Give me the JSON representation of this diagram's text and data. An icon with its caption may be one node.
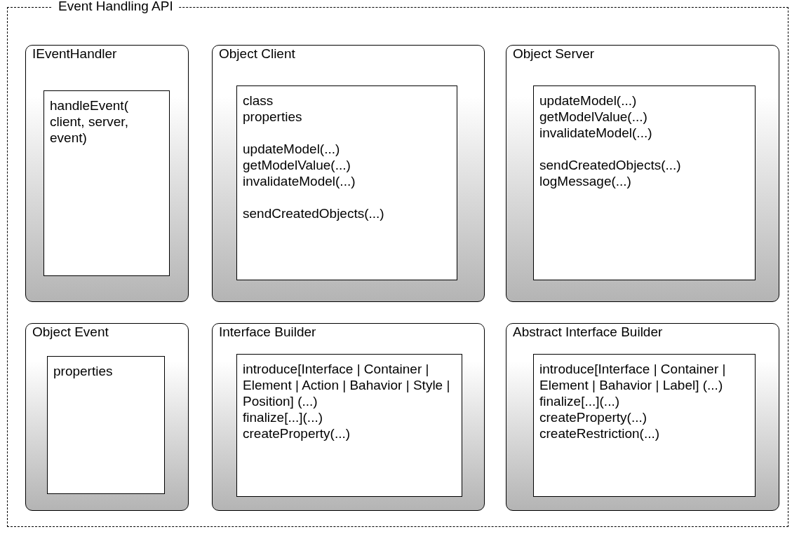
{
  "diagram": {
    "nodes": [
      {
        "text": [
          "Event Handling API"
        ]
      },
      {
        "text": [
          "IEventHandler"
        ],
        "in": 0
      },
      {
        "text": [
          "handleEvent( client, server, event)"
        ],
        "in": 1
      },
      {
        "text": [
          "Object Client"
        ],
        "in": 0
      },
      {
        "text": [
          "class",
          "properties",
          "updateModel(...)",
          "getModelValue(...)",
          "invalidateModel(...)",
          "sendCreatedObjects(...)"
        ],
        "in": 3
      },
      {
        "text": [
          "Object Server"
        ],
        "in": 0
      },
      {
        "text": [
          "updateModel(...)",
          "getModelValue(...)",
          "invalidateModel(...)",
          "sendCreatedObjects(...)",
          "logMessage(...)"
        ],
        "in": 5
      },
      {
        "text": [
          "Object Event"
        ],
        "in": 0
      },
      {
        "text": [
          "properties"
        ],
        "in": 7
      },
      {
        "text": [
          "Interface Builder"
        ],
        "in": 0
      },
      {
        "text": [
          "introduce[Interface | Container | Element | Action | Bahavior | Style | Position] (...)",
          "finalize[...](...)",
          "createProperty(...)"
        ],
        "in": 9
      },
      {
        "text": [
          "Abstract Interface Builder"
        ],
        "in": 0
      },
      {
        "text": [
          "introduce[Interface | Container | Element | Bahavior | Label] (...)",
          "finalize[...](...)",
          "createProperty(...)",
          "createRestriction(...)"
        ],
        "in": 11
      }
    ]
  }
}
